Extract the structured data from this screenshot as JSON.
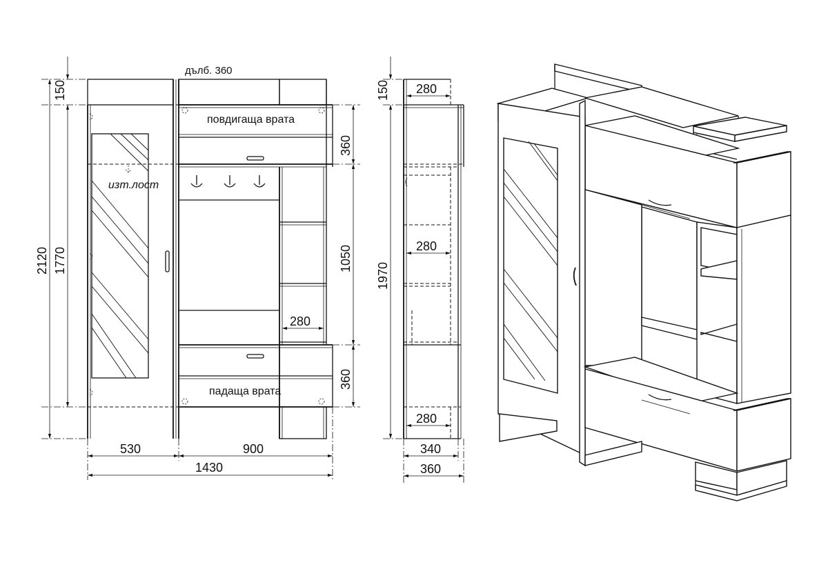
{
  "labels": {
    "depth_note": "дълб. 360",
    "lift_door": "повдигаща врата",
    "drop_door": "падаща врата",
    "shelf_made": "изт.лост"
  },
  "front_view": {
    "heights": {
      "top": "150",
      "overall": "2120",
      "carcass": "1770",
      "upper_box": "360",
      "middle": "1050",
      "lower_box": "360"
    },
    "widths": {
      "left": "530",
      "right": "900",
      "total": "1430",
      "shelf_depth": "280"
    }
  },
  "side_view": {
    "heights": {
      "top": "150",
      "overall": "1970"
    },
    "widths": {
      "top_depth": "280",
      "mid_depth": "280",
      "bottom_depth": "280",
      "body": "340",
      "total": "360"
    }
  }
}
